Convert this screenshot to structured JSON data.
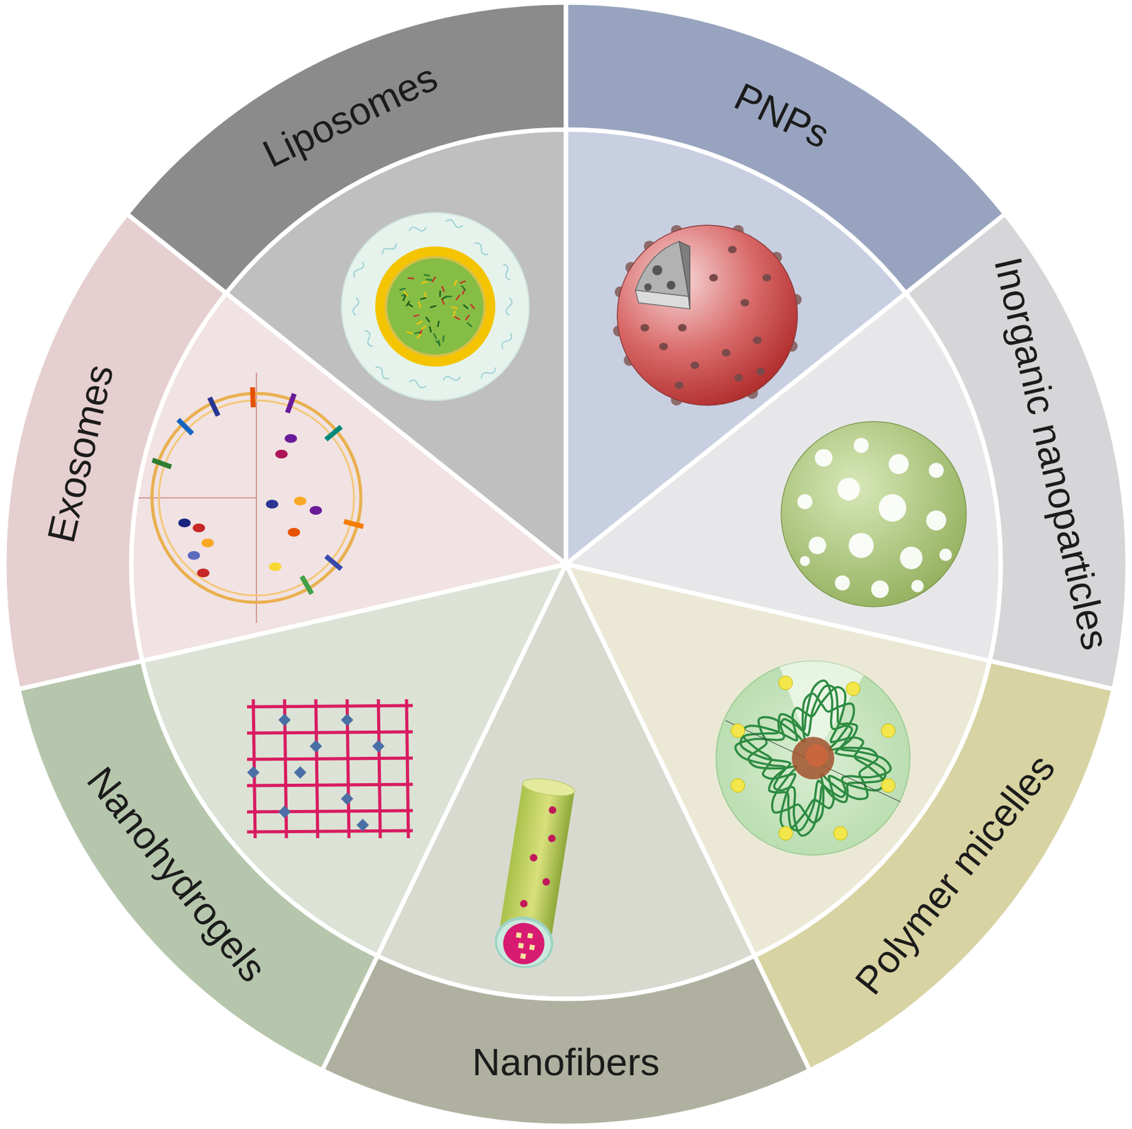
{
  "diagram": {
    "nodes": [
      {
        "text": [
          "Liposomes"
        ]
      },
      {
        "text": [
          "PNPs"
        ]
      },
      {
        "text": [
          "Inorganic nanoparticles"
        ]
      },
      {
        "text": [
          "Polymer micelles"
        ]
      },
      {
        "text": [
          "Nanofibers"
        ]
      },
      {
        "text": [
          "Nanohydrogels"
        ]
      },
      {
        "text": [
          "Exosomes"
        ]
      }
    ]
  }
}
